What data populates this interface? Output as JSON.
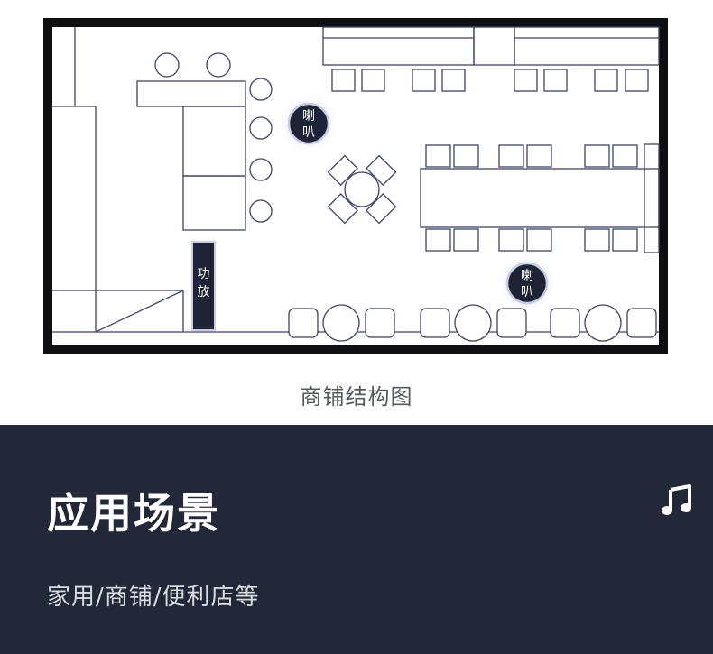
{
  "floor_plan": {
    "speaker_1": [
      "喇",
      "叭"
    ],
    "speaker_2": [
      "喇",
      "叭"
    ],
    "amplifier": [
      "功",
      "放"
    ]
  },
  "caption": "商铺结构图",
  "section": {
    "title": "应用场景",
    "subtitle": "家用/商铺/便利店等",
    "icon": "music-note-icon"
  },
  "colors": {
    "plan_border": "#0f0f12",
    "plan_line": "#3d4468",
    "speaker_fill": "#1f2336",
    "bottom_bg": "#232838"
  }
}
